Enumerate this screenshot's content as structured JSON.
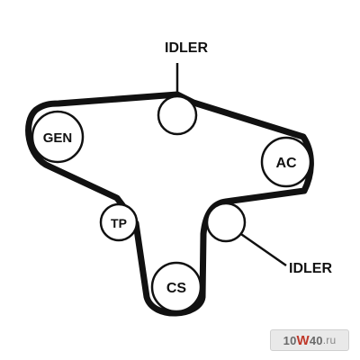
{
  "diagram": {
    "labels": {
      "idler_top": "IDLER",
      "idler_right": "IDLER",
      "gen": "GEN",
      "ac": "AC",
      "tp": "TP",
      "cs": "CS"
    },
    "colors": {
      "belt": "#111111",
      "pulley_fill": "#ffffff",
      "text": "#111111"
    }
  },
  "watermark": {
    "part1": "10",
    "part2": "W",
    "part3": "40",
    "part4": ".ru"
  }
}
